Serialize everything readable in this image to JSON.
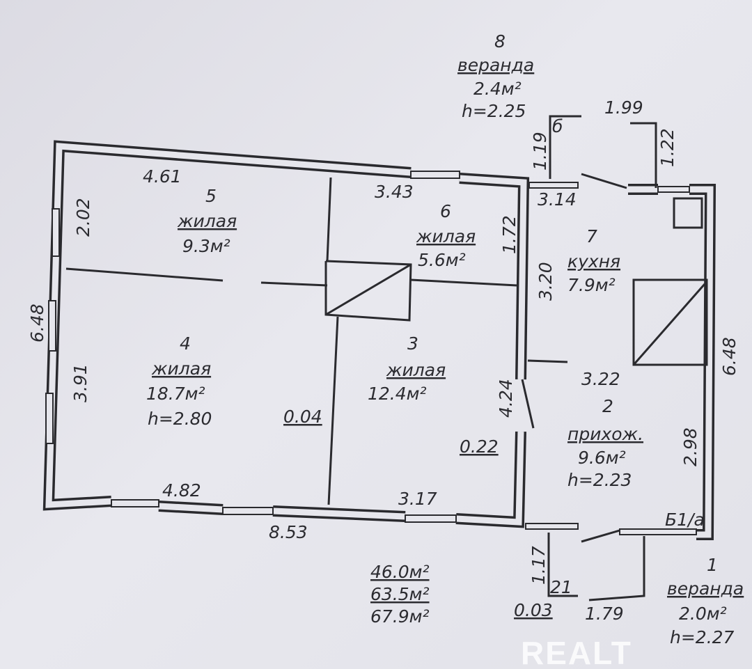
{
  "rooms": [
    {
      "num": "1",
      "name": "веранда",
      "area": "2.0м²",
      "height": "h=2.27"
    },
    {
      "num": "2",
      "name": "прихож.",
      "area": "9.6м²",
      "height": "h=2.23"
    },
    {
      "num": "3",
      "name": "жилая",
      "area": "12.4м²"
    },
    {
      "num": "4",
      "name": "жилая",
      "area": "18.7м²",
      "height": "h=2.80"
    },
    {
      "num": "5",
      "name": "жилая",
      "area": "9.3м²"
    },
    {
      "num": "6",
      "name": "жилая",
      "area": "5.6м²"
    },
    {
      "num": "7",
      "name": "кухня",
      "area": "7.9м²"
    },
    {
      "num": "8",
      "name": "веранда",
      "area": "2.4м²",
      "height": "h=2.25"
    }
  ],
  "dimensions": {
    "d461": "4.61",
    "d343": "3.43",
    "d202": "2.02",
    "d172": "1.72",
    "d648l": "6.48",
    "d391": "3.91",
    "d004": "0.04",
    "d320": "3.20",
    "d424": "4.24",
    "d022": "0.22",
    "d482": "4.82",
    "d853": "8.53",
    "d317": "3.17",
    "d314": "3.14",
    "d199": "1.99",
    "d119": "1.19",
    "d122": "1.22",
    "d322": "3.22",
    "d648r": "6.48",
    "d298": "2.98",
    "d117": "1.17",
    "d003": "0.03",
    "d179": "1.79",
    "b6": "б",
    "b21": "21",
    "b1a": "Б1/а"
  },
  "totals": [
    "46.0м²",
    "63.5м²",
    "67.9м²"
  ],
  "watermark": "REALT"
}
